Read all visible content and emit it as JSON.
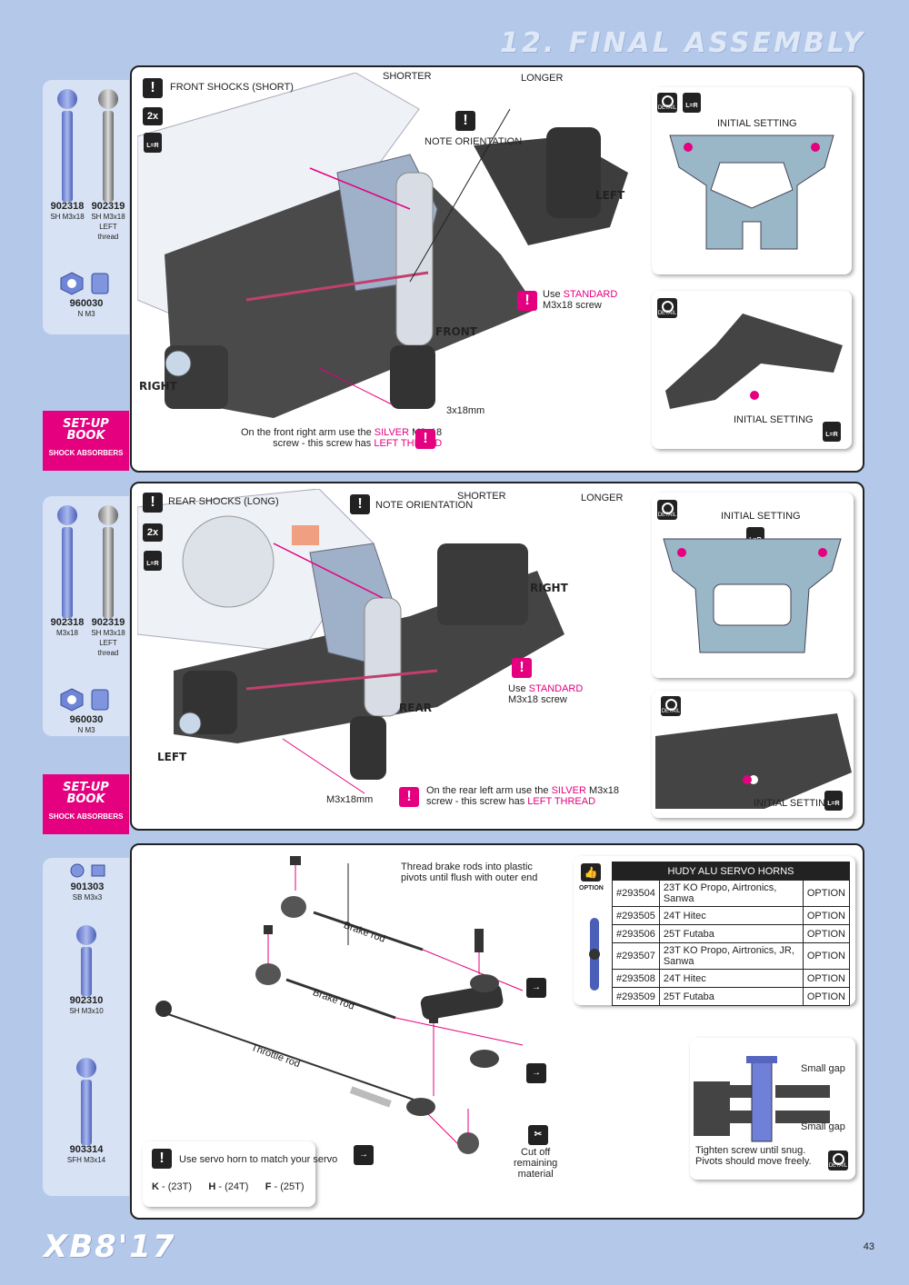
{
  "page_title": "12. FINAL ASSEMBLY",
  "brand": "XB8'17",
  "page_number": "43",
  "section1": {
    "parts": [
      {
        "code": "902318",
        "desc": "SH M3x18"
      },
      {
        "code": "902319",
        "desc": "SH M3x18",
        "desc2": "LEFT thread"
      },
      {
        "code": "960030",
        "desc": "N M3"
      }
    ],
    "setup": {
      "l1": "SET-UP",
      "l2": "BOOK",
      "l3": "SHOCK ABSORBERS"
    },
    "heading": "FRONT SHOCKS (SHORT)",
    "qty": "2x",
    "lr": "L=R",
    "shorter": "SHORTER",
    "longer": "LONGER",
    "note_orientation": "NOTE ORIENTATION",
    "left": "LEFT",
    "right": "RIGHT",
    "front": "FRONT",
    "use": "Use",
    "standard": "STANDARD",
    "std_screw": "M3x18 screw",
    "screw_size": "3x18mm",
    "warn_a": "On the front right arm use the",
    "silver": "SILVER",
    "warn_b": "M3x18",
    "warn_c": "screw - this screw has",
    "left_thread": "LEFT THREAD",
    "detail1": "INITIAL SETTING",
    "detail2": "INITIAL SETTING",
    "detail_icon": "DETAIL"
  },
  "section2": {
    "parts": [
      {
        "code": "902318",
        "desc": "M3x18"
      },
      {
        "code": "902319",
        "desc": "SH M3x18",
        "desc2": "LEFT thread"
      },
      {
        "code": "960030",
        "desc": "N M3"
      }
    ],
    "setup": {
      "l1": "SET-UP",
      "l2": "BOOK",
      "l3": "SHOCK ABSORBERS"
    },
    "heading": "REAR SHOCKS (LONG)",
    "qty": "2x",
    "lr": "L=R",
    "shorter": "SHORTER",
    "longer": "LONGER",
    "note_orientation": "NOTE ORIENTATION",
    "left": "LEFT",
    "right": "RIGHT",
    "rear": "REAR",
    "use": "Use",
    "standard": "STANDARD",
    "std_screw": "M3x18 screw",
    "screw_size": "M3x18mm",
    "warn_a": "On the rear left arm use the",
    "silver": "SILVER",
    "warn_b": "M3x18",
    "warn_c": "screw - this screw has",
    "left_thread": "LEFT THREAD",
    "detail1": "INITIAL SETTING",
    "detail2": "INITIAL SETTING",
    "detail_icon": "DETAIL"
  },
  "section3": {
    "parts": [
      {
        "code": "901303",
        "desc": "SB M3x3"
      },
      {
        "code": "902310",
        "desc": "SH M3x10"
      },
      {
        "code": "903314",
        "desc": "SFH M3x14"
      }
    ],
    "thread_note_1": "Thread brake rods into plastic",
    "thread_note_2": "pivots until flush with outer end",
    "brake_rod": "Brake rod",
    "throttle_rod": "Throttle rod",
    "cut_1": "Cut off",
    "cut_2": "remaining",
    "cut_3": "material",
    "servo_note": "Use servo horn to match your servo",
    "k": "K",
    "k_v": "- (23T)",
    "h": "H",
    "h_v": "- (24T)",
    "f": "F",
    "f_v": "- (25T)",
    "option_label": "OPTION",
    "table_title": "HUDY ALU SERVO HORNS",
    "rows": [
      [
        "#293504",
        "23T KO Propo, Airtronics, Sanwa",
        "OPTION"
      ],
      [
        "#293505",
        "24T Hitec",
        "OPTION"
      ],
      [
        "#293506",
        "25T Futaba",
        "OPTION"
      ],
      [
        "#293507",
        "23T KO Propo, Airtronics, JR, Sanwa",
        "OPTION"
      ],
      [
        "#293508",
        "24T Hitec",
        "OPTION"
      ],
      [
        "#293509",
        "25T Futaba",
        "OPTION"
      ]
    ],
    "small_gap": "Small gap",
    "tighten_1": "Tighten screw until snug.",
    "tighten_2": "Pivots should move freely.",
    "detail_icon": "DETAIL"
  }
}
